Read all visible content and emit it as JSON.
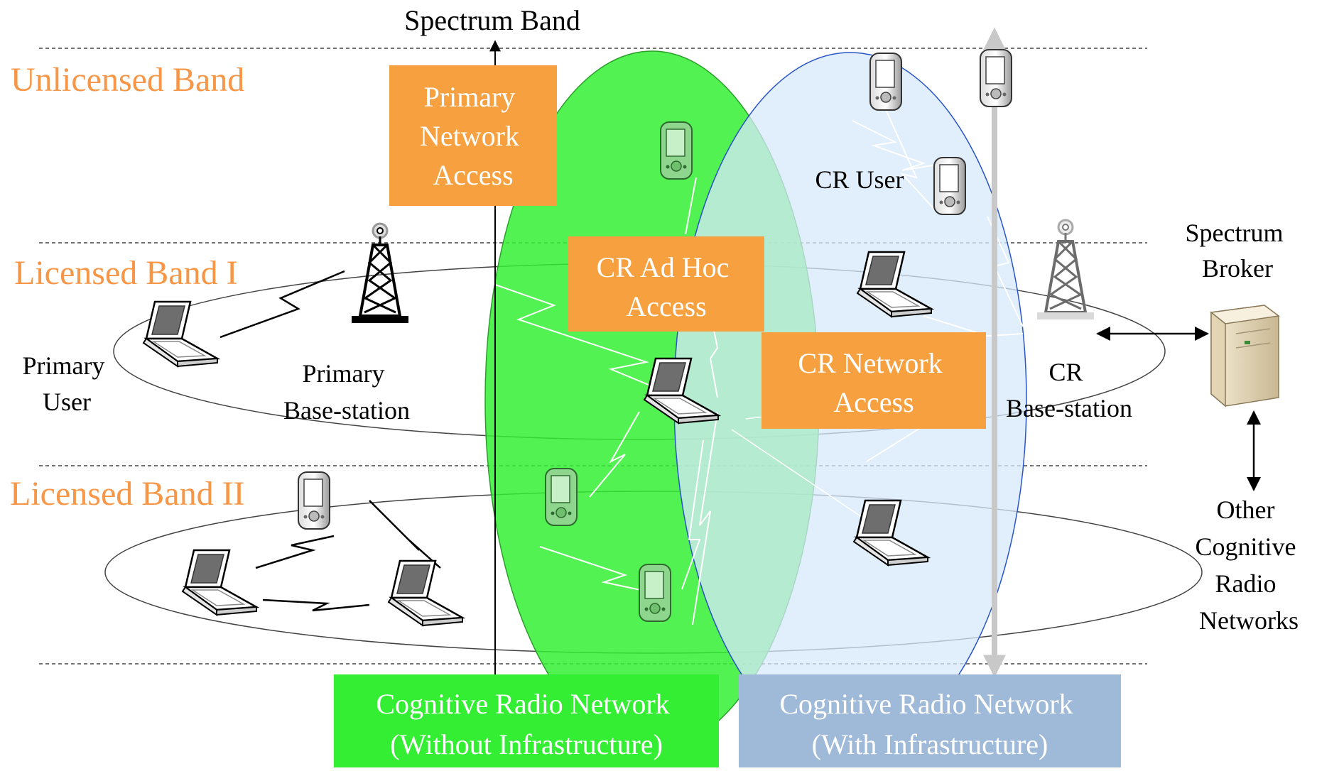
{
  "title": "Spectrum Band",
  "bands": {
    "unlicensed": "Unlicensed Band",
    "licensed_1": "Licensed Band I",
    "licensed_2": "Licensed Band II"
  },
  "labels": {
    "primary_user": [
      "Primary",
      "User"
    ],
    "primary_base_station": [
      "Primary",
      "Base-station"
    ],
    "cr_user": "CR User",
    "cr_base_station": [
      "CR",
      "Base-station"
    ],
    "spectrum_broker": [
      "Spectrum",
      "Broker"
    ],
    "other_networks": [
      "Other",
      "Cognitive",
      "Radio",
      "Networks"
    ]
  },
  "access_boxes": {
    "primary_network_access": [
      "Primary",
      "Network",
      "Access"
    ],
    "cr_adhoc_access": [
      "CR Ad Hoc",
      "Access"
    ],
    "cr_network_access": [
      "CR Network",
      "Access"
    ]
  },
  "network_boxes": {
    "without_infrastructure": [
      "Cognitive Radio Network",
      "(Without Infrastructure)"
    ],
    "with_infrastructure": [
      "Cognitive Radio Network",
      "(With Infrastructure)"
    ]
  },
  "colors": {
    "band_label": "#f79646",
    "access_box": "#f7a040",
    "green_ellipse": "#33f033",
    "blue_ellipse": "#d7e8fb",
    "green_box": "#33ee33",
    "blue_box": "#9fb9d9"
  },
  "icons": [
    "laptop-icon",
    "pda-icon",
    "tower-icon",
    "server-icon"
  ]
}
